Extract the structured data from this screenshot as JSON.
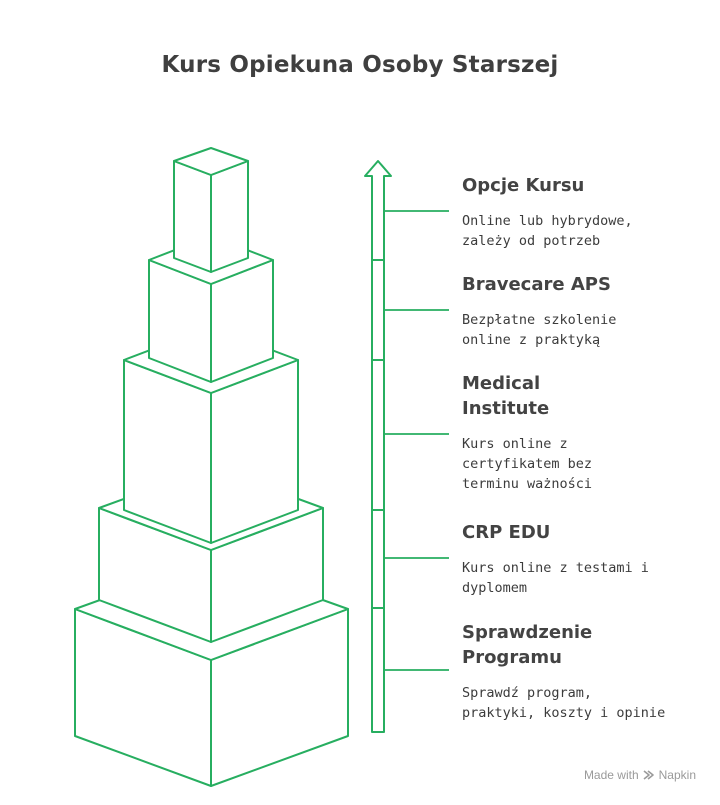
{
  "title": "Kurs Opiekuna Osoby Starszej",
  "colors": {
    "accent": "#27ae60",
    "text": "#3d3d3d",
    "footer": "#9a9a9a"
  },
  "levels": [
    {
      "title": "Opcje Kursu",
      "desc": "Online lub hybrydowe,\nzależy od potrzeb"
    },
    {
      "title": "Bravecare APS",
      "desc": "Bezpłatne szkolenie\nonline z praktyką"
    },
    {
      "title": "Medical\nInstitute",
      "desc": "Kurs online z\ncertyfikatem bez\nterminu ważności"
    },
    {
      "title": "CRP EDU",
      "desc": "Kurs online z testami i\ndyplomem"
    },
    {
      "title": "Sprawdzenie\nProgramu",
      "desc": "Sprawdź program,\npraktyki, koszty i opinie"
    }
  ],
  "footer": {
    "made_with": "Made with",
    "brand": "Napkin",
    "icon": "napkin-logo-icon"
  }
}
